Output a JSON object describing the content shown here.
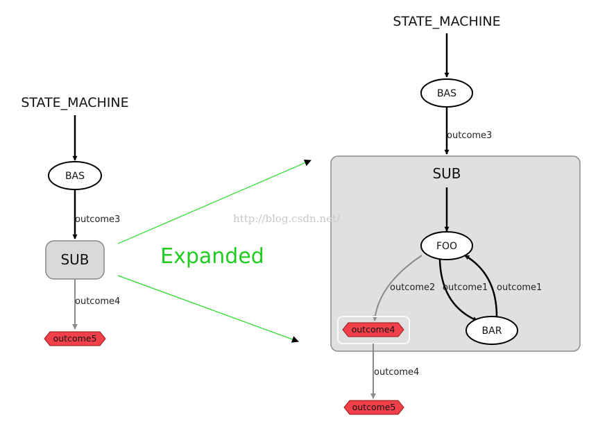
{
  "left": {
    "title": "STATE_MACHINE",
    "bas": "BAS",
    "sub": "SUB",
    "edge_bas_sub": "outcome3",
    "edge_sub_out": "outcome4",
    "outcome": "outcome5"
  },
  "expanded_label": "Expanded",
  "right": {
    "title": "STATE_MACHINE",
    "bas": "BAS",
    "edge_bas_sub": "outcome3",
    "container_label": "SUB",
    "foo": "FOO",
    "bar": "BAR",
    "edge_foo_outcome4": "outcome2",
    "edge_foo_bar": "outcome1",
    "edge_bar_foo": "outcome1",
    "inner_outcome": "outcome4",
    "edge_container_out": "outcome4",
    "final_outcome": "outcome5"
  },
  "watermark": "http://blog.csdn.net/",
  "colors": {
    "outcome_fill": "#f2404a",
    "container_fill": "#e0e0e0",
    "sub_node_fill": "#d9d9d9",
    "expanded_green": "#1fcc1f",
    "green_arrow": "#22dd22"
  }
}
